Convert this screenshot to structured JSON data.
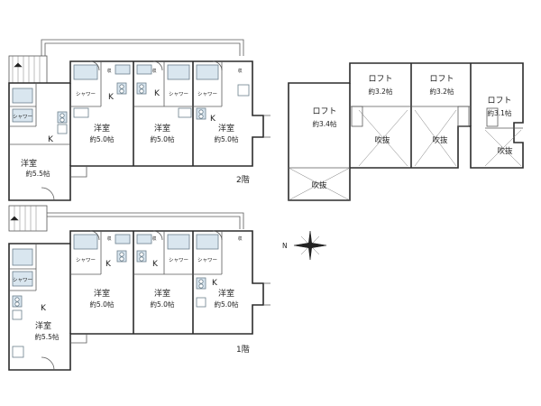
{
  "floors": {
    "second": {
      "label": "2階"
    },
    "first": {
      "label": "1階"
    }
  },
  "labels": {
    "western_room": "洋室",
    "kitchen": "K",
    "shower": "シャワー",
    "loft": "ロフト",
    "void": "吹抜",
    "closet": "収",
    "compass_n": "N"
  },
  "sizes": {
    "s55": "約5.5帖",
    "s50": "約5.0帖",
    "s34": "約3.4帖",
    "s32": "約3.2帖",
    "s31": "約3.1帖"
  },
  "colors": {
    "wall": "#2b2b2b",
    "fixture": "#d9e6ef",
    "background": "#ffffff"
  }
}
